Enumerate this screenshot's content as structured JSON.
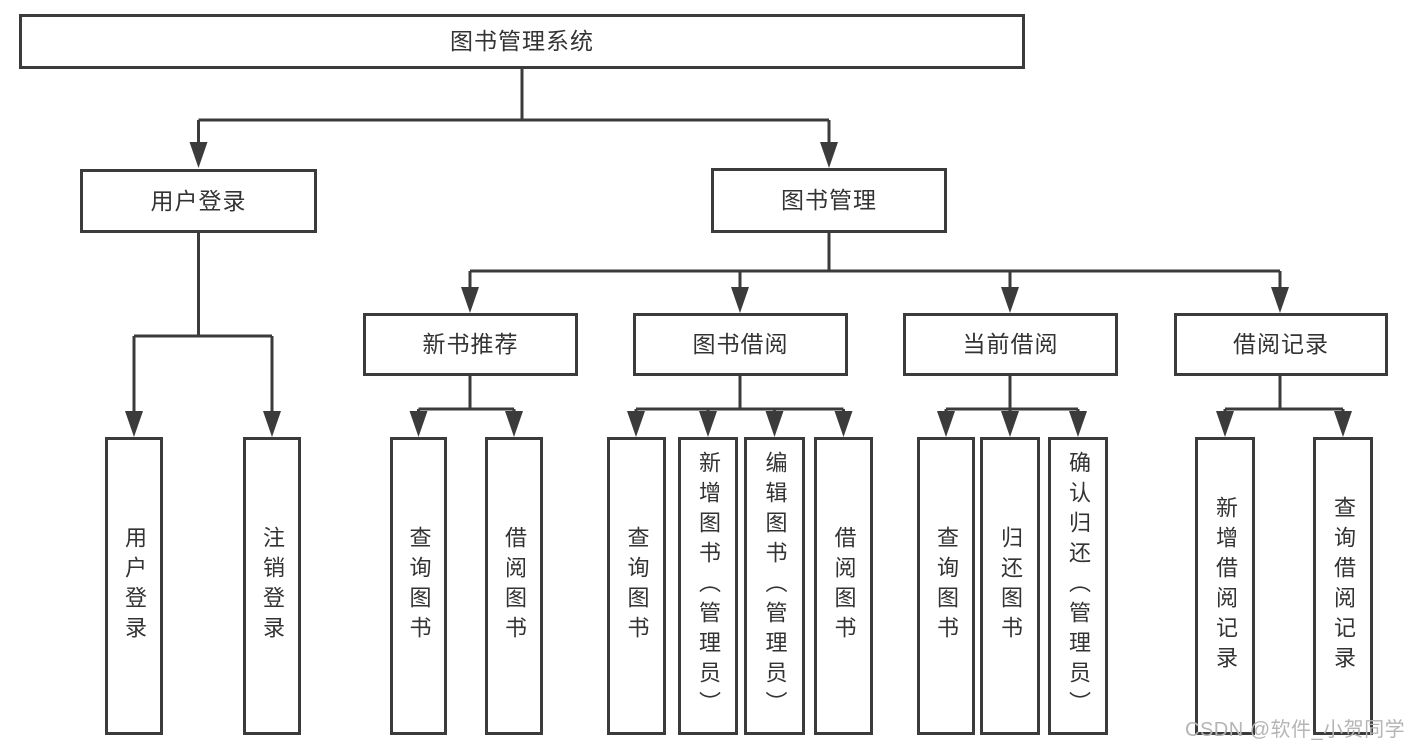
{
  "diagram": {
    "title": "图书管理系统",
    "type": "hierarchy-tree",
    "colors": {
      "line": "#3b3b3b",
      "box_border": "#3b3b3b",
      "box_fill": "#ffffff",
      "text": "#333333",
      "watermark": "#b5b5b5",
      "background": "#ffffff"
    },
    "nodes": {
      "root": "图书管理系统",
      "l2_user_login": "用户登录",
      "l2_book_mgmt": "图书管理",
      "l3_new_book": "新书推荐",
      "l3_book_borrow": "图书借阅",
      "l3_current_borrow": "当前借阅",
      "l3_borrow_record": "借阅记录",
      "leaf_user_login": "用户登录",
      "leaf_logout": "注销登录",
      "leaf_query_book_1": "查询图书",
      "leaf_borrow_book_1": "借阅图书",
      "leaf_query_book_2": "查询图书",
      "leaf_add_book": "新增图书（管理员）",
      "leaf_edit_book": "编辑图书（管理员）",
      "leaf_borrow_book_2": "借阅图书",
      "leaf_query_book_3": "查询图书",
      "leaf_return_book": "归还图书",
      "leaf_confirm_return": "确认归还（管理员）",
      "leaf_add_record": "新增借阅记录",
      "leaf_query_record": "查询借阅记录"
    },
    "edges": [
      [
        "图书管理系统",
        "用户登录"
      ],
      [
        "图书管理系统",
        "图书管理"
      ],
      [
        "用户登录",
        "用户登录(叶)"
      ],
      [
        "用户登录",
        "注销登录"
      ],
      [
        "图书管理",
        "新书推荐"
      ],
      [
        "图书管理",
        "图书借阅"
      ],
      [
        "图书管理",
        "当前借阅"
      ],
      [
        "图书管理",
        "借阅记录"
      ],
      [
        "新书推荐",
        "查询图书"
      ],
      [
        "新书推荐",
        "借阅图书"
      ],
      [
        "图书借阅",
        "查询图书"
      ],
      [
        "图书借阅",
        "新增图书（管理员）"
      ],
      [
        "图书借阅",
        "编辑图书（管理员）"
      ],
      [
        "图书借阅",
        "借阅图书"
      ],
      [
        "当前借阅",
        "查询图书"
      ],
      [
        "当前借阅",
        "归还图书"
      ],
      [
        "当前借阅",
        "确认归还（管理员）"
      ],
      [
        "借阅记录",
        "新增借阅记录"
      ],
      [
        "借阅记录",
        "查询借阅记录"
      ]
    ],
    "watermark": "CSDN @软件_小贺同学"
  }
}
